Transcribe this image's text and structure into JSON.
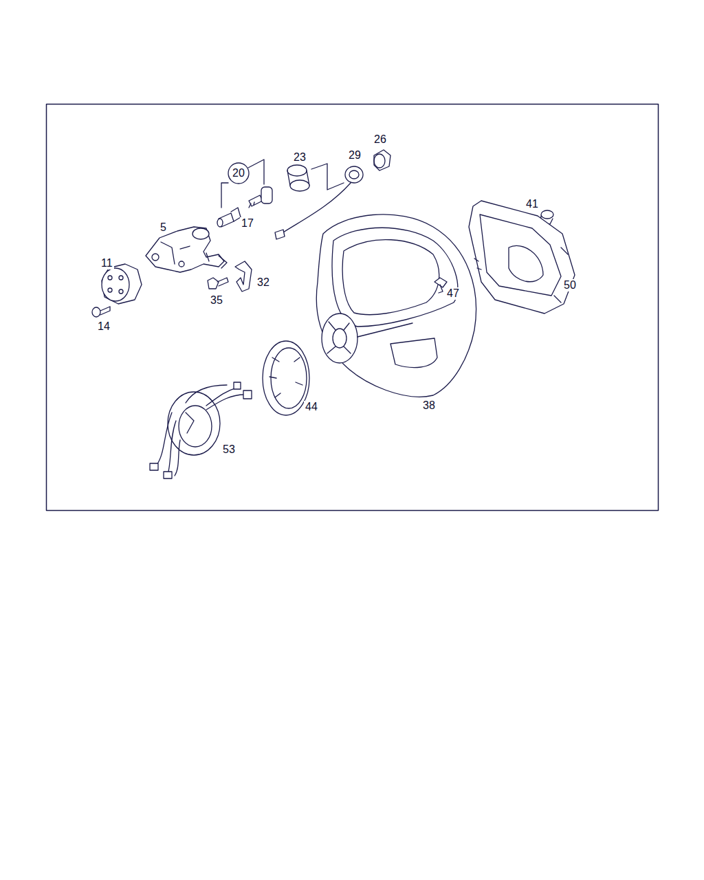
{
  "diagram": {
    "nodes": [
      {
        "text": [
          "20"
        ]
      }
    ],
    "labels": [
      "26",
      "23",
      "29",
      "41",
      "17",
      "5",
      "11",
      "32",
      "35",
      "47",
      "50",
      "14",
      "38",
      "44",
      "53"
    ]
  }
}
